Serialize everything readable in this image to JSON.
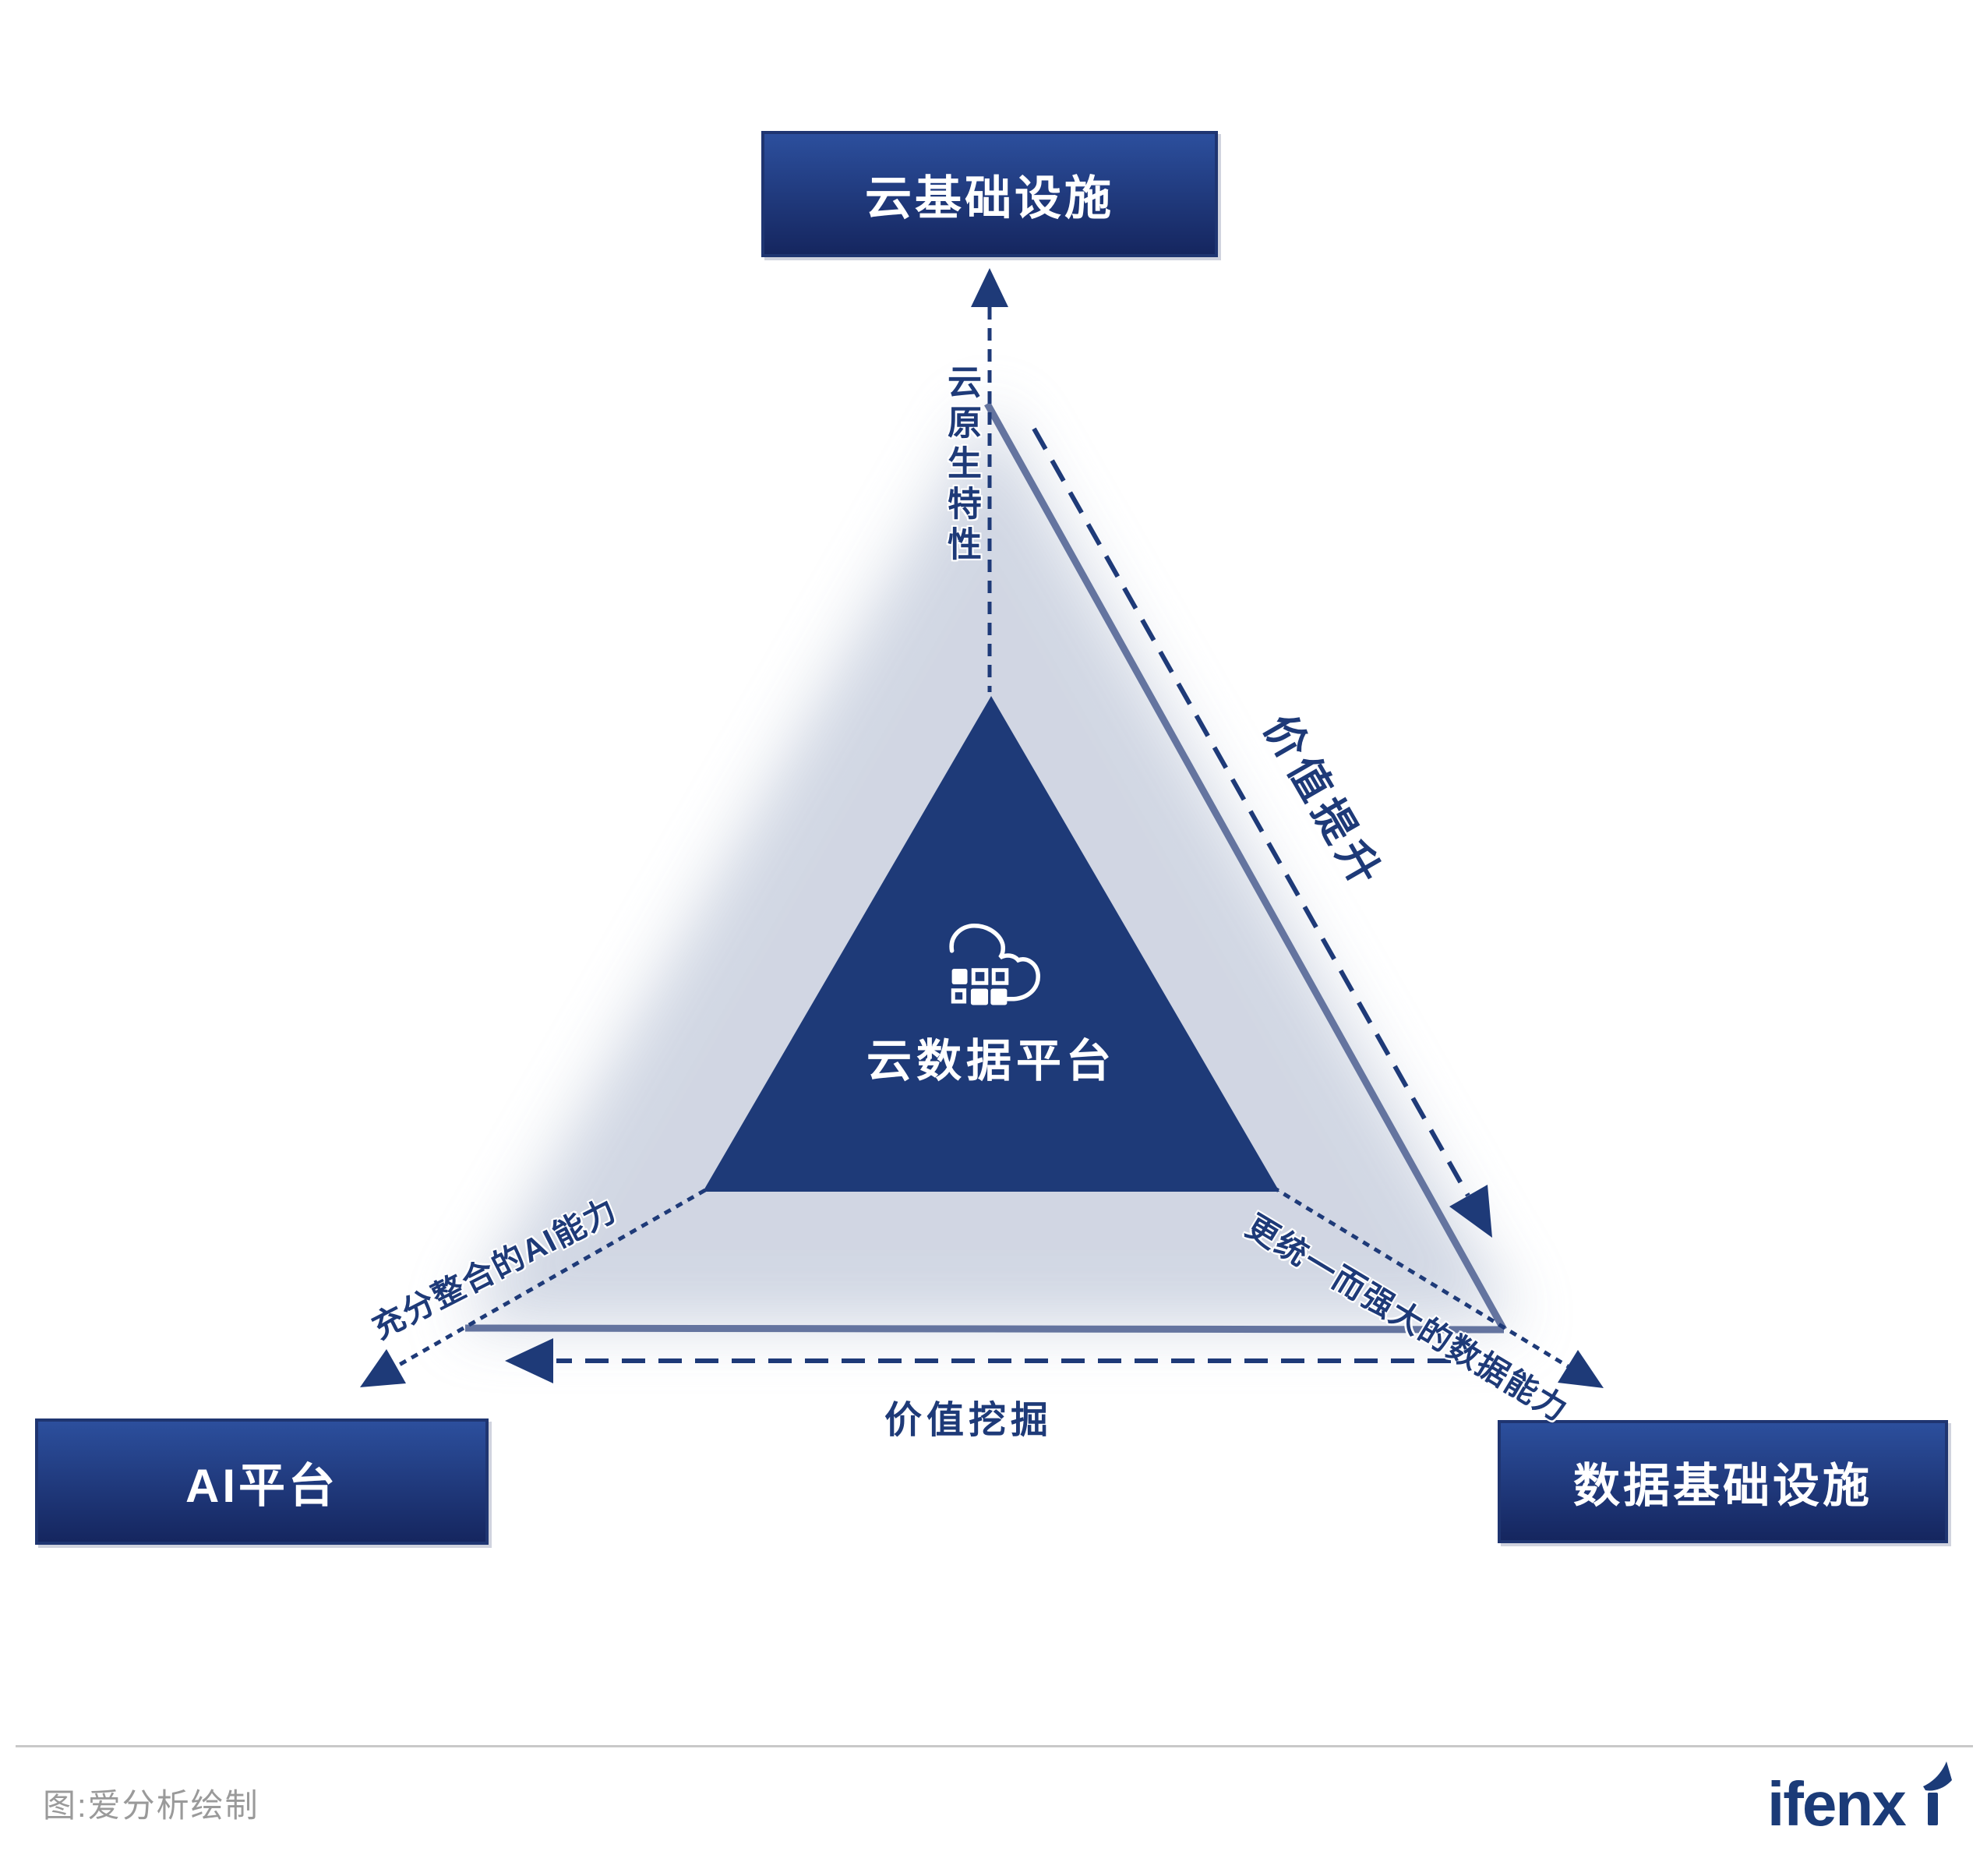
{
  "colors": {
    "navy": "#1e3a78",
    "edge-solid": "#64749f",
    "box-grad-top": "#2c4f9d",
    "box-grad-bottom": "#15265f",
    "box-border": "#1f3571",
    "glow": "#c9d0df",
    "caption-gray": "#9a9a9a",
    "logo-navy": "#1b3b78"
  },
  "nodes": {
    "top": {
      "label": "云基础设施"
    },
    "bottom_left": {
      "label": "AI平台"
    },
    "bottom_right": {
      "label": "数据基础设施"
    }
  },
  "center": {
    "label": "云数据平台",
    "icon": "cloud-data-grid-icon"
  },
  "edge_labels": {
    "cloud_native": "云原生特性",
    "value_up": "价值提升",
    "ai_capability": "充分整合的AI能力",
    "data_capability": "更统一而强大的数据能力",
    "value_mining": "价值挖掘"
  },
  "footer": {
    "caption": "图:爱分析绘制",
    "logo": {
      "full": "ifenxi",
      "text_head": "ifenx",
      "text_tail": "i"
    }
  }
}
